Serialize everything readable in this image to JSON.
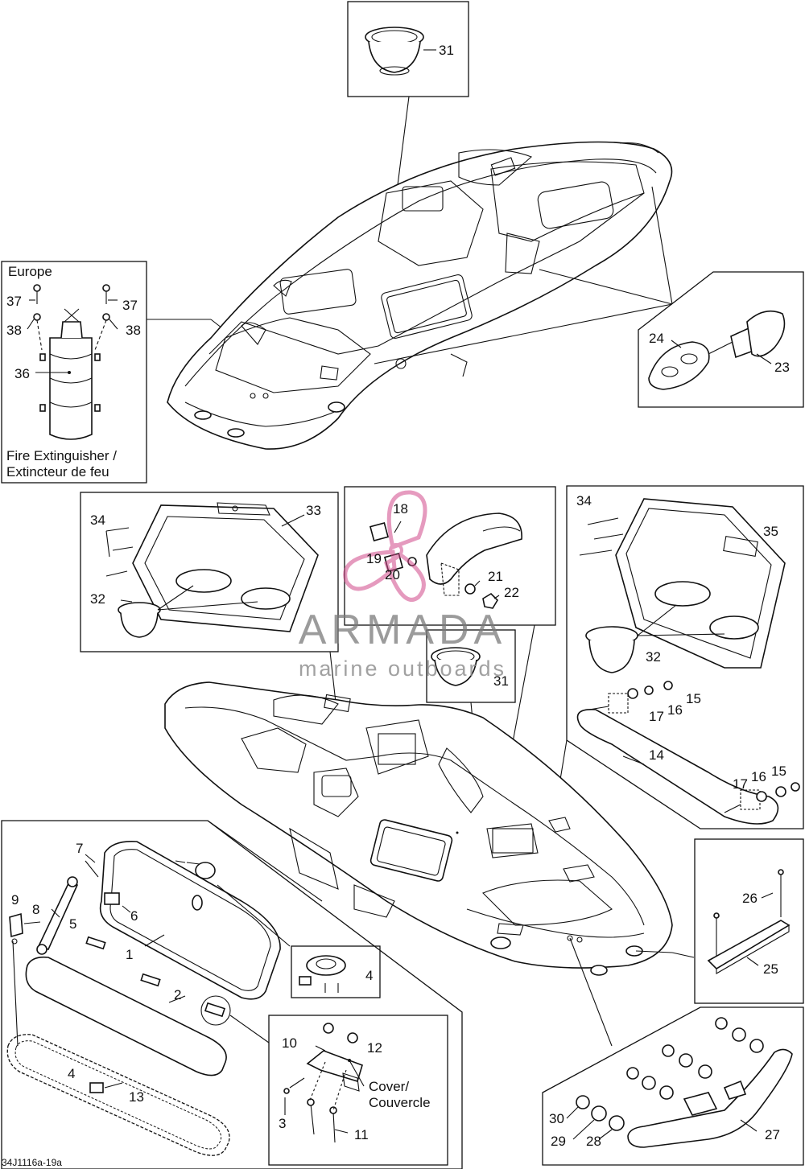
{
  "diagram": {
    "reference_code": "34J1116a-19a",
    "inset_labels": {
      "europe": "Europe",
      "fire_extinguisher_line1": "Fire Extinguisher /",
      "fire_extinguisher_line2": "Extincteur de feu",
      "cover_line1": "Cover/",
      "cover_line2": "Couvercle"
    },
    "watermark": {
      "brand": "ARMADA",
      "tagline": "marine outboards"
    },
    "callouts": {
      "c31_top": "31",
      "c37_left": "37",
      "c37_right": "37",
      "c38_left": "38",
      "c38_right": "38",
      "c36": "36",
      "c24": "24",
      "c23": "23",
      "c34_left": "34",
      "c33": "33",
      "c32_left": "32",
      "c18": "18",
      "c19": "19",
      "c20": "20",
      "c21": "21",
      "c22": "22",
      "c34_right": "34",
      "c35": "35",
      "c32_right": "32",
      "c31_mid": "31",
      "c15_a": "15",
      "c16_a": "16",
      "c17_a": "17",
      "c14": "14",
      "c17_b": "17",
      "c16_b": "16",
      "c15_b": "15",
      "c7": "7",
      "c9": "9",
      "c8": "8",
      "c5": "5",
      "c6": "6",
      "c1": "1",
      "c4_a": "4",
      "c2": "2",
      "c4_b": "4",
      "c13": "13",
      "c26": "26",
      "c25": "25",
      "c10": "10",
      "c12": "12",
      "c3": "3",
      "c11": "11",
      "c30": "30",
      "c29": "29",
      "c28": "28",
      "c27": "27"
    }
  }
}
